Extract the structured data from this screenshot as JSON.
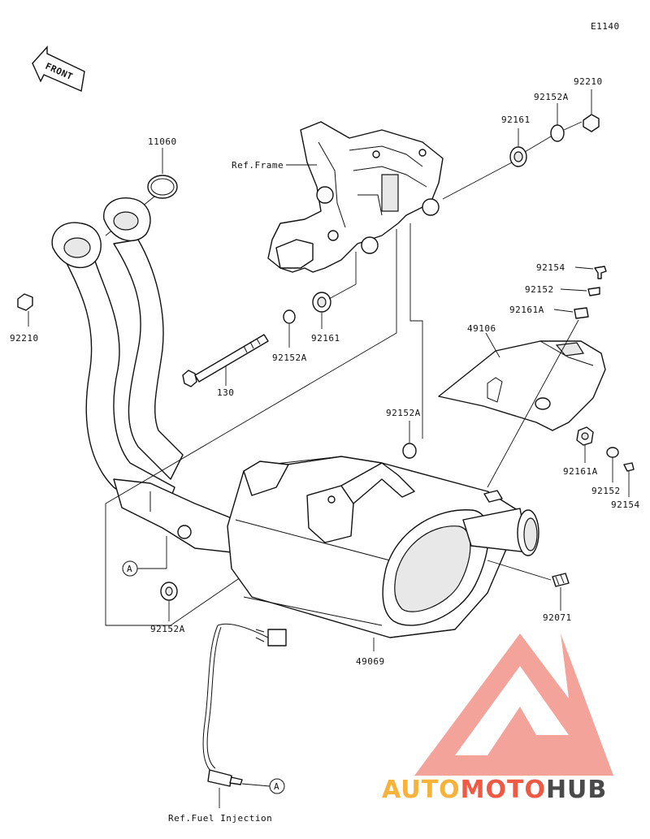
{
  "diagram": {
    "code": "E1140",
    "front_label": "FRONT",
    "ref_frame": "Ref.Frame",
    "ref_fuel_injection": "Ref.Fuel Injection",
    "callouts": {
      "p11060": "11060",
      "p92210_top": "92210",
      "p92152A_top": "92152A",
      "p92161_top": "92161",
      "p92210_left": "92210",
      "p92161_mid": "92161",
      "p92152A_mid": "92152A",
      "p130": "130",
      "p92154_top": "92154",
      "p92152_top": "92152",
      "p92161A_top": "92161A",
      "p49106": "49106",
      "p92152A_right": "92152A",
      "p92161A_bot": "92161A",
      "p92152_bot": "92152",
      "p92154_bot": "92154",
      "p92071": "92071",
      "p92152A_bot": "92152A",
      "p49069": "49069",
      "ref_A_1": "A",
      "ref_A_2": "A"
    }
  },
  "watermark": {
    "word1": "AUTO",
    "word2": "MOTO",
    "word3": "HUB",
    "color_auto": "#f6b23a",
    "color_moto": "#ef5a45",
    "color_hub": "#4a4a4a"
  }
}
